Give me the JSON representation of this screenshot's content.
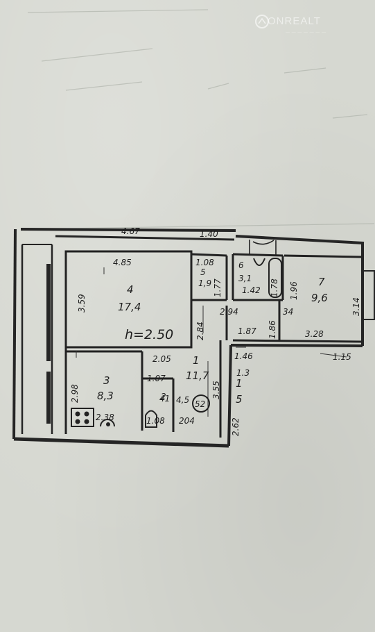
{
  "watermark": {
    "brand": "ONREALT",
    "icon": "onrealt-logo-icon"
  },
  "ceiling": "h=2.50",
  "rooms": [
    {
      "number": "4",
      "area": "17,4"
    },
    {
      "number": "3",
      "area": "8,3"
    },
    {
      "number": "1",
      "area": "11,7"
    },
    {
      "number": "7",
      "area": "9,6"
    },
    {
      "number": "6",
      "area": "3,1"
    },
    {
      "number": "5",
      "area": "1,9"
    },
    {
      "number": "2",
      "area": "4,5"
    },
    {
      "number": "1",
      "area": "5"
    }
  ],
  "dimensions": {
    "top_outer": "4.67",
    "top_corridor": "1.40",
    "r4_top": "4.85",
    "r4_left": "3.59",
    "r5_top": "1.08",
    "r5_side": "1.77",
    "r6_bottom": "1.42",
    "r6_side": "1.78",
    "r7_side": "1.96",
    "r7_right": "3.14",
    "r7_bottom": "3.28",
    "corr_294": "2.94",
    "corr_34": "34",
    "corr_187": "1.87",
    "corr_186": "1.86",
    "corr_284": "2.84",
    "corr_146": "1.46",
    "corr_13": "1.3",
    "corr_205": "2.05",
    "corr_355": "3.55",
    "corr_262": "2.62",
    "r3_left": "2.98",
    "r3_bottom": "2.38",
    "bath_top": "1.07",
    "bath_bottom": "1.08",
    "bath_side": "41",
    "hall_204": "204",
    "r7_outer": "1.15"
  },
  "stamp": "52"
}
